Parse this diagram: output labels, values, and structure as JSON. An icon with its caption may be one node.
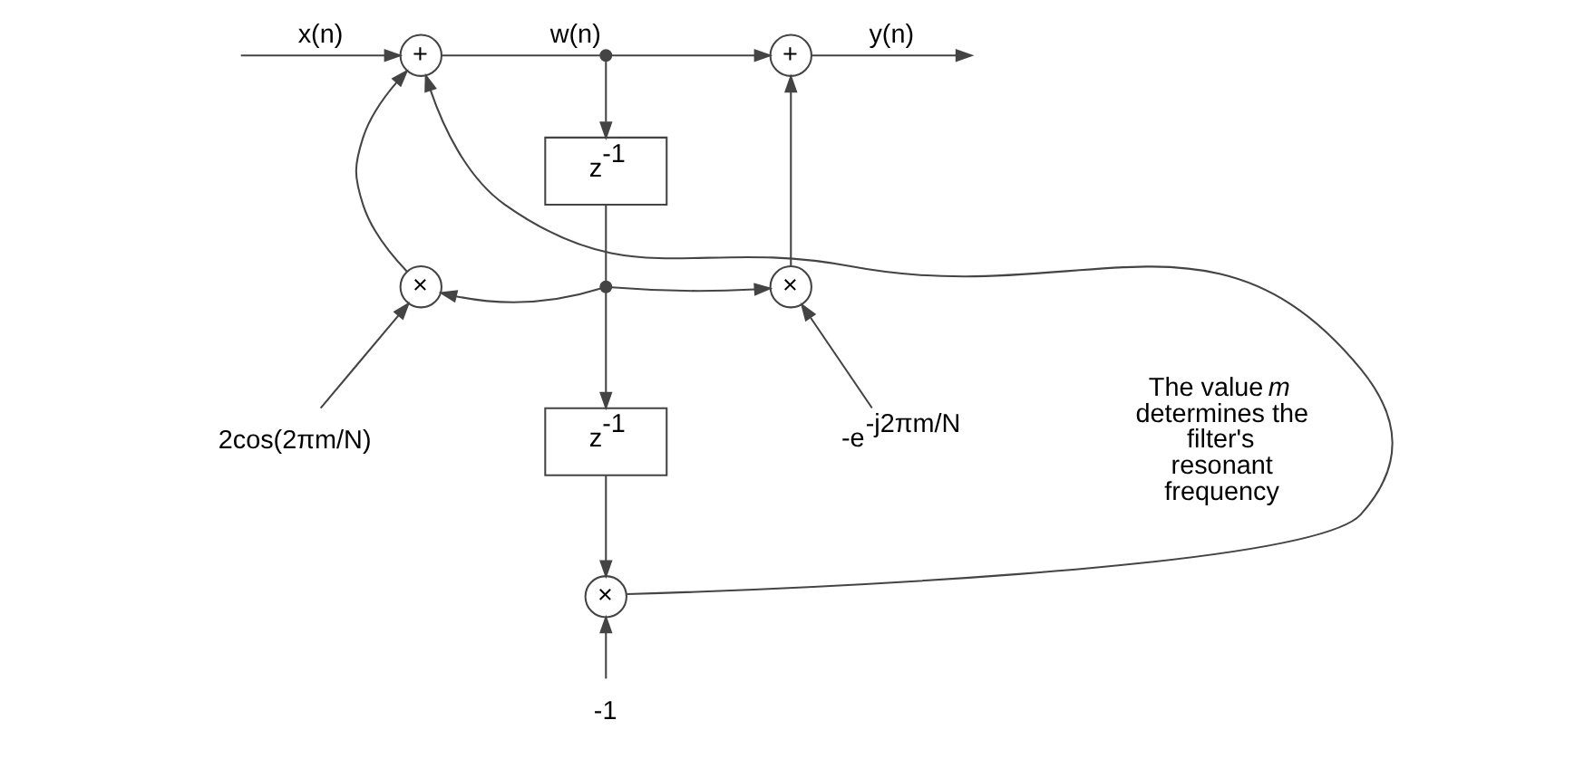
{
  "diagram": {
    "nodes": [
      {
        "text": [
          "+"
        ]
      },
      {
        "text": [],
        "shape": "dot",
        "beside": [
          "w(n)"
        ]
      },
      {
        "text": [
          "+"
        ]
      },
      {
        "text": [
          "z$^{-1}$"
        ]
      },
      {
        "text": [],
        "shape": "dot"
      },
      {
        "text": [
          "×"
        ]
      },
      {
        "text": [
          "2cos(2πm/N)"
        ]
      },
      {
        "text": [
          "×"
        ]
      },
      {
        "text": [
          "-e$^{-j2πm/N}$"
        ]
      },
      {
        "text": [
          "z$^{-1}$"
        ]
      },
      {
        "text": [
          "×"
        ]
      },
      {
        "text": [
          "-1"
        ]
      }
    ],
    "edges": [
      {
        "from": null,
        "to": 0,
        "arrow": "to",
        "label": "x(n)"
      },
      {
        "from": 0,
        "to": 1,
        "arrow": "none"
      },
      {
        "from": 1,
        "to": 2,
        "arrow": "to"
      },
      {
        "from": 1,
        "to": 3,
        "arrow": "to"
      },
      {
        "from": 3,
        "to": 4,
        "arrow": "none"
      },
      {
        "from": 4,
        "to": 5,
        "arrow": "to"
      },
      {
        "from": 4,
        "to": 7,
        "arrow": "to"
      },
      {
        "from": 4,
        "to": 9,
        "arrow": "to"
      },
      {
        "from": 5,
        "to": 0,
        "arrow": "to"
      },
      {
        "from": 7,
        "to": 2,
        "arrow": "to"
      },
      {
        "from": 2,
        "to": null,
        "arrow": "to",
        "label": "y(n)"
      },
      {
        "from": 6,
        "to": 5,
        "arrow": "to"
      },
      {
        "from": 8,
        "to": 7,
        "arrow": "to"
      },
      {
        "from": 9,
        "to": 10,
        "arrow": "to"
      },
      {
        "from": 10,
        "to": 0,
        "arrow": "to"
      },
      {
        "from": 11,
        "to": 10,
        "arrow": "to"
      }
    ],
    "labels": [
      "The value *m* determines the filter's resonant frequency"
    ]
  }
}
